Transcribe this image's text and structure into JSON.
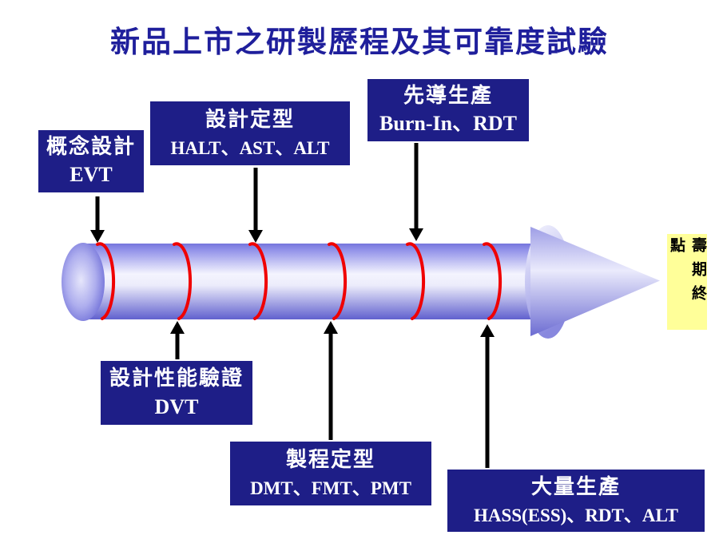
{
  "title": "新品上市之研製歷程及其可靠度試驗",
  "stages": [
    {
      "id": "concept-design",
      "zh": "概念設計",
      "en": "EVT",
      "position": "top"
    },
    {
      "id": "design-freeze",
      "zh": "設計定型",
      "en": "HALT、AST、ALT",
      "position": "top"
    },
    {
      "id": "pilot-production",
      "zh": "先導生產",
      "en": "Burn-In、RDT",
      "position": "top"
    },
    {
      "id": "design-verification",
      "zh": "設計性能驗證",
      "en": "DVT",
      "position": "bottom"
    },
    {
      "id": "process-freeze",
      "zh": "製程定型",
      "en": "DMT、FMT、PMT",
      "position": "bottom"
    },
    {
      "id": "mass-production",
      "zh": "大量生產",
      "en": "HASS(ESS)、RDT、ALT",
      "position": "bottom"
    }
  ],
  "endpoint": {
    "label": "壽期終點"
  },
  "colors": {
    "title_text": "#1f1f9c",
    "stage_box_bg": "#1e1e87",
    "stage_box_text": "#ffffff",
    "ring_stroke": "#f00000",
    "arrow": "#000000",
    "endpoint_bg": "#ffff99",
    "endpoint_text": "#000000",
    "cylinder_light": "#f4f4fe",
    "cylinder_dark": "#6060ce"
  }
}
